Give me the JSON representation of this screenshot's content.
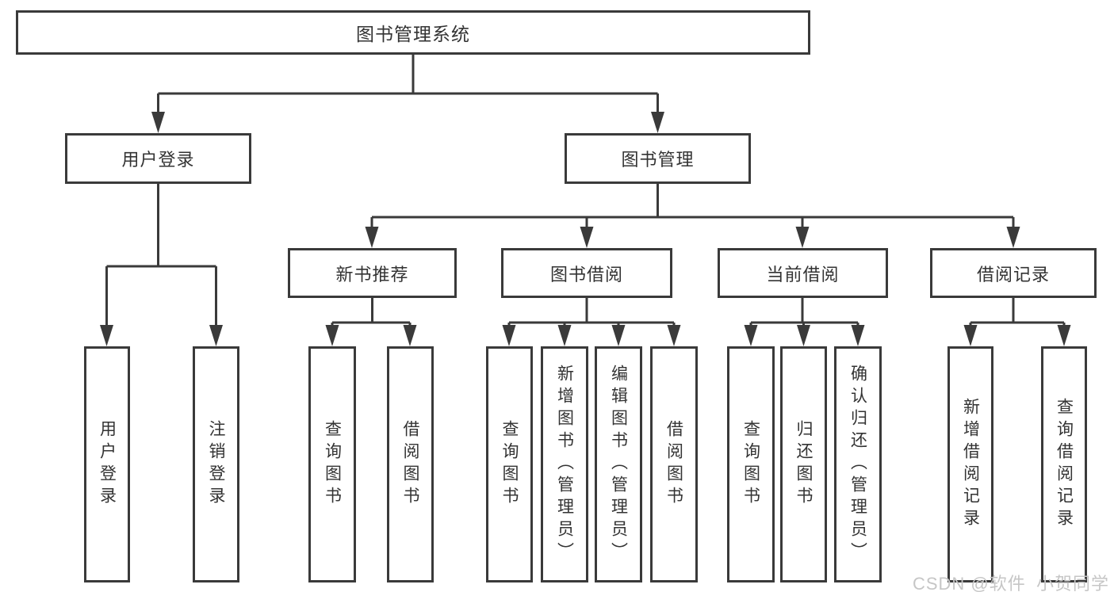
{
  "diagram": {
    "title": "图书管理系统",
    "root": {
      "label": "图书管理系统"
    },
    "branches": [
      {
        "label": "用户登录",
        "children": [
          {
            "label": "用户登录"
          },
          {
            "label": "注销登录"
          }
        ]
      },
      {
        "label": "图书管理",
        "children": [
          {
            "label": "新书推荐",
            "children": [
              {
                "label": "查询图书"
              },
              {
                "label": "借阅图书"
              }
            ]
          },
          {
            "label": "图书借阅",
            "children": [
              {
                "label": "查询图书"
              },
              {
                "label": "新增图书（管理员）"
              },
              {
                "label": "编辑图书（管理员）"
              },
              {
                "label": "借阅图书"
              }
            ]
          },
          {
            "label": "当前借阅",
            "children": [
              {
                "label": "查询图书"
              },
              {
                "label": "归还图书"
              },
              {
                "label": "确认归还（管理员）"
              }
            ]
          },
          {
            "label": "借阅记录",
            "children": [
              {
                "label": "新增借阅记录"
              },
              {
                "label": "查询借阅记录"
              }
            ]
          }
        ]
      }
    ]
  },
  "watermark": {
    "text": "CSDN @软件_小贺同学"
  },
  "colors": {
    "line": "#3a3a3a",
    "box_border": "#3a3a3a",
    "text": "#333333",
    "background": "#ffffff",
    "watermark": "#c6c6c6"
  }
}
